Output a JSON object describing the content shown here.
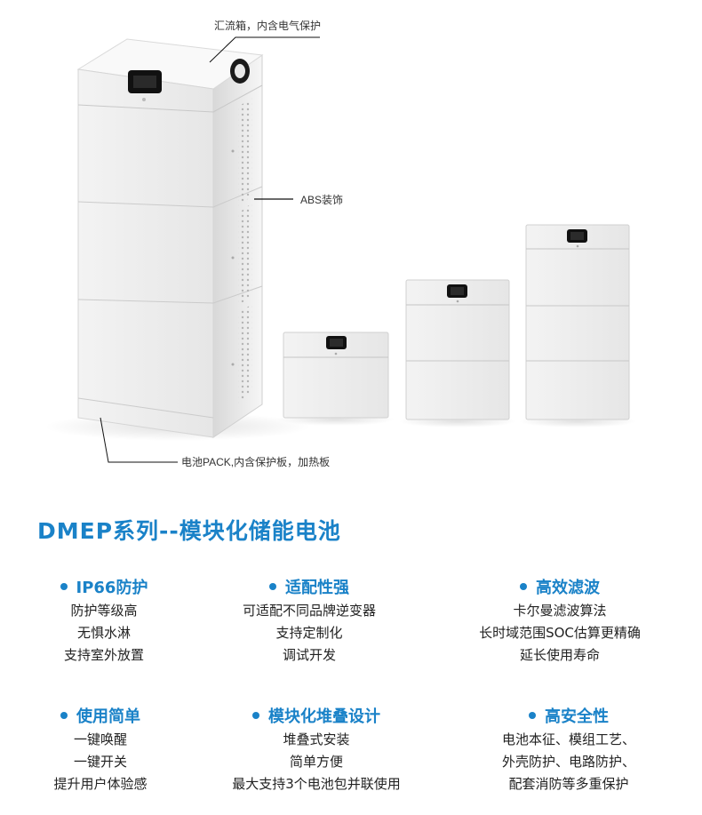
{
  "callouts": {
    "combiner_box": "汇流箱，内含电气保护",
    "abs_trim": "ABS装饰",
    "battery_pack": "电池PACK,内含保护板，加热板"
  },
  "title": "DMEP系列--模块化储能电池",
  "features": [
    {
      "heading": "IP66防护",
      "lines": [
        "防护等级高",
        "无惧水淋",
        "支持室外放置"
      ]
    },
    {
      "heading": "适配性强",
      "lines": [
        "可适配不同品牌逆变器",
        "支持定制化",
        "调试开发"
      ]
    },
    {
      "heading": "高效滤波",
      "lines": [
        "卡尔曼滤波算法",
        "长时域范围SOC估算更精确",
        "延长使用寿命"
      ]
    },
    {
      "heading": "使用简单",
      "lines": [
        "一键唤醒",
        "一键开关",
        "提升用户体验感"
      ]
    },
    {
      "heading": "模块化堆叠设计",
      "lines": [
        "堆叠式安装",
        "简单方便",
        "最大支持3个电池包并联使用"
      ]
    },
    {
      "heading": "高安全性",
      "lines": [
        "电池本征、模组工艺、",
        "外壳防护、电路防护、",
        "配套消防等多重保护"
      ]
    }
  ],
  "colors": {
    "accent": "#1a82c8",
    "product_body": "#ececec",
    "display": "#111111"
  }
}
